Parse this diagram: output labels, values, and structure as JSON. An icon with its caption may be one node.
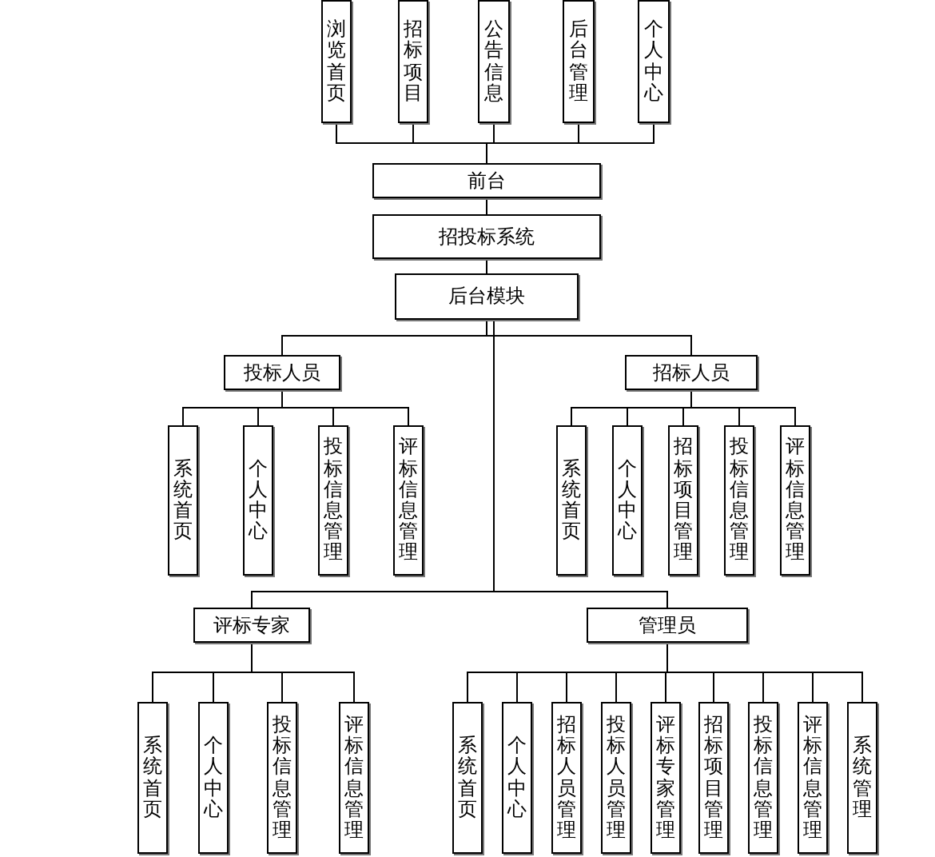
{
  "diagram": {
    "nodes": [
      {
        "text": [
          "浏览首页"
        ]
      },
      {
        "text": [
          "招标项目"
        ]
      },
      {
        "text": [
          "公告信息"
        ]
      },
      {
        "text": [
          "后台管理"
        ]
      },
      {
        "text": [
          "个人中心"
        ]
      },
      {
        "text": [
          "前台"
        ]
      },
      {
        "text": [
          "招投标系统"
        ]
      },
      {
        "text": [
          "后台模块"
        ]
      },
      {
        "text": [
          "投标人员"
        ]
      },
      {
        "text": [
          "系统首页"
        ]
      },
      {
        "text": [
          "个人中心"
        ]
      },
      {
        "text": [
          "投标信息管理"
        ]
      },
      {
        "text": [
          "评标信息管理"
        ]
      },
      {
        "text": [
          "招标人员"
        ]
      },
      {
        "text": [
          "系统首页"
        ]
      },
      {
        "text": [
          "个人中心"
        ]
      },
      {
        "text": [
          "招标项目管理"
        ]
      },
      {
        "text": [
          "投标信息管理"
        ]
      },
      {
        "text": [
          "评标信息管理"
        ]
      },
      {
        "text": [
          "评标专家"
        ]
      },
      {
        "text": [
          "系统首页"
        ]
      },
      {
        "text": [
          "个人中心"
        ]
      },
      {
        "text": [
          "投标信息管理"
        ]
      },
      {
        "text": [
          "评标信息管理"
        ]
      },
      {
        "text": [
          "管理员"
        ]
      },
      {
        "text": [
          "系统首页"
        ]
      },
      {
        "text": [
          "个人中心"
        ]
      },
      {
        "text": [
          "招标人员管理"
        ]
      },
      {
        "text": [
          "投标人员管理"
        ]
      },
      {
        "text": [
          "评标专家管理"
        ]
      },
      {
        "text": [
          "招标项目管理"
        ]
      },
      {
        "text": [
          "投标信息管理"
        ]
      },
      {
        "text": [
          "评标信息管理"
        ]
      },
      {
        "text": [
          "系统管理"
        ]
      }
    ],
    "edges": [
      {
        "from": 0,
        "to": 5,
        "arrow": "none"
      },
      {
        "from": 1,
        "to": 5,
        "arrow": "none"
      },
      {
        "from": 2,
        "to": 5,
        "arrow": "none"
      },
      {
        "from": 3,
        "to": 5,
        "arrow": "none"
      },
      {
        "from": 4,
        "to": 5,
        "arrow": "none"
      },
      {
        "from": 5,
        "to": 6,
        "arrow": "none"
      },
      {
        "from": 6,
        "to": 7,
        "arrow": "none"
      },
      {
        "from": 7,
        "to": 8,
        "arrow": "none"
      },
      {
        "from": 7,
        "to": 13,
        "arrow": "none"
      },
      {
        "from": 7,
        "to": 19,
        "arrow": "none"
      },
      {
        "from": 7,
        "to": 24,
        "arrow": "none"
      },
      {
        "from": 8,
        "to": 9,
        "arrow": "none"
      },
      {
        "from": 8,
        "to": 10,
        "arrow": "none"
      },
      {
        "from": 8,
        "to": 11,
        "arrow": "none"
      },
      {
        "from": 8,
        "to": 12,
        "arrow": "none"
      },
      {
        "from": 13,
        "to": 14,
        "arrow": "none"
      },
      {
        "from": 13,
        "to": 15,
        "arrow": "none"
      },
      {
        "from": 13,
        "to": 16,
        "arrow": "none"
      },
      {
        "from": 13,
        "to": 17,
        "arrow": "none"
      },
      {
        "from": 13,
        "to": 18,
        "arrow": "none"
      },
      {
        "from": 19,
        "to": 20,
        "arrow": "none"
      },
      {
        "from": 19,
        "to": 21,
        "arrow": "none"
      },
      {
        "from": 19,
        "to": 22,
        "arrow": "none"
      },
      {
        "from": 19,
        "to": 23,
        "arrow": "none"
      },
      {
        "from": 24,
        "to": 25,
        "arrow": "none"
      },
      {
        "from": 24,
        "to": 26,
        "arrow": "none"
      },
      {
        "from": 24,
        "to": 27,
        "arrow": "none"
      },
      {
        "from": 24,
        "to": 28,
        "arrow": "none"
      },
      {
        "from": 24,
        "to": 29,
        "arrow": "none"
      },
      {
        "from": 24,
        "to": 30,
        "arrow": "none"
      },
      {
        "from": 24,
        "to": 31,
        "arrow": "none"
      },
      {
        "from": 24,
        "to": 32,
        "arrow": "none"
      },
      {
        "from": 24,
        "to": 33,
        "arrow": "none"
      }
    ]
  }
}
